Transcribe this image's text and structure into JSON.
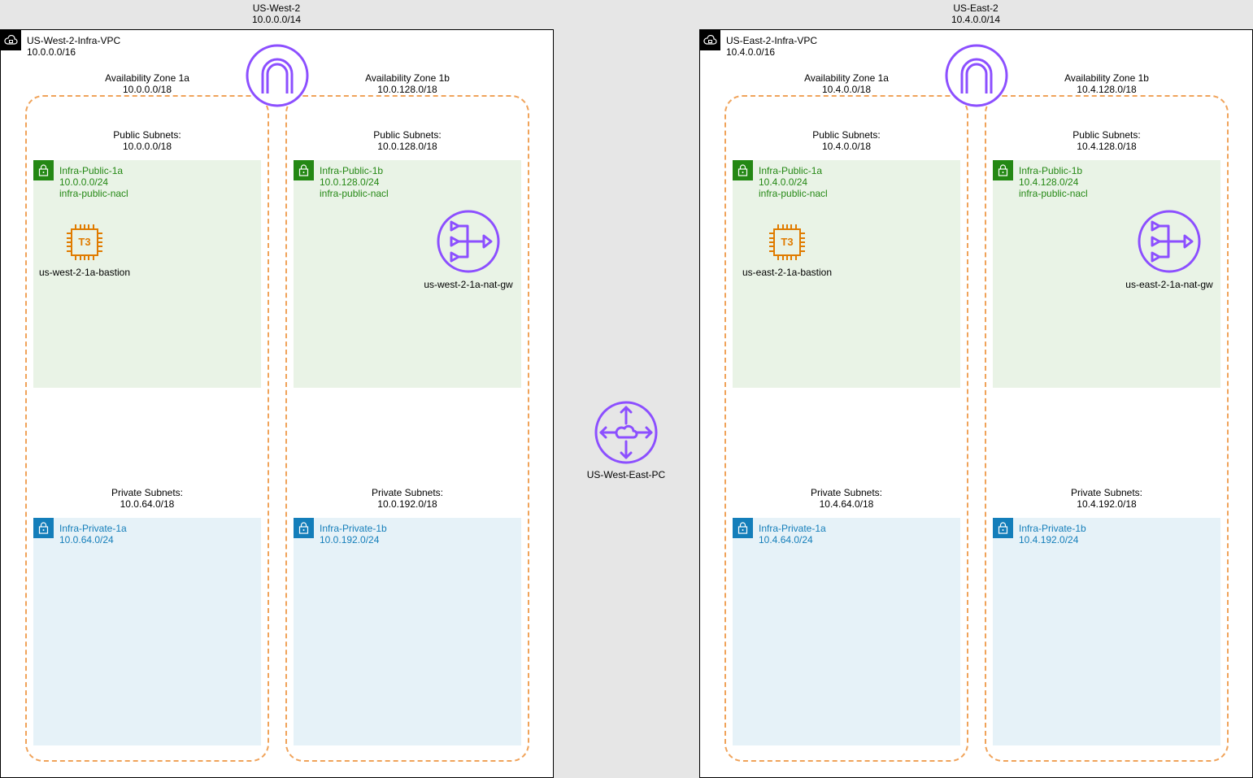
{
  "regions": [
    {
      "name": "US-West-2",
      "cidr": "10.0.0.0/14",
      "vpc": {
        "name": "US-West-2-Infra-VPC",
        "cidr": "10.0.0.0/16",
        "azs": [
          {
            "name": "Availability Zone 1a",
            "cidr": "10.0.0.0/18",
            "public_title": "Public Subnets:",
            "public_cidr": "10.0.0.0/18",
            "public_subnet": {
              "name": "Infra-Public-1a",
              "cidr": "10.0.0.0/24",
              "nacl": "infra-public-nacl"
            },
            "private_title": "Private Subnets:",
            "private_cidr": "10.0.64.0/18",
            "private_subnet": {
              "name": "Infra-Private-1a",
              "cidr": "10.0.64.0/24"
            }
          },
          {
            "name": "Availability Zone 1b",
            "cidr": "10.0.128.0/18",
            "public_title": "Public Subnets:",
            "public_cidr": "10.0.128.0/18",
            "public_subnet": {
              "name": "Infra-Public-1b",
              "cidr": "10.0.128.0/24",
              "nacl": "infra-public-nacl"
            },
            "private_title": "Private Subnets:",
            "private_cidr": "10.0.192.0/18",
            "private_subnet": {
              "name": "Infra-Private-1b",
              "cidr": "10.0.192.0/24"
            }
          }
        ],
        "bastion": {
          "label": "us-west-2-1a-bastion",
          "chip_text": "T3"
        },
        "nat_gw": {
          "label": "us-west-2-1a-nat-gw"
        }
      }
    },
    {
      "name": "US-East-2",
      "cidr": "10.4.0.0/14",
      "vpc": {
        "name": "US-East-2-Infra-VPC",
        "cidr": "10.4.0.0/16",
        "azs": [
          {
            "name": "Availability Zone 1a",
            "cidr": "10.4.0.0/18",
            "public_title": "Public Subnets:",
            "public_cidr": "10.4.0.0/18",
            "public_subnet": {
              "name": "Infra-Public-1a",
              "cidr": "10.4.0.0/24",
              "nacl": "infra-public-nacl"
            },
            "private_title": "Private Subnets:",
            "private_cidr": "10.4.64.0/18",
            "private_subnet": {
              "name": "Infra-Private-1a",
              "cidr": "10.4.64.0/24"
            }
          },
          {
            "name": "Availability Zone 1b",
            "cidr": "10.4.128.0/18",
            "public_title": "Public Subnets:",
            "public_cidr": "10.4.128.0/18",
            "public_subnet": {
              "name": "Infra-Public-1b",
              "cidr": "10.4.128.0/24",
              "nacl": "infra-public-nacl"
            },
            "private_title": "Private Subnets:",
            "private_cidr": "10.4.192.0/18",
            "private_subnet": {
              "name": "Infra-Private-1b",
              "cidr": "10.4.192.0/24"
            }
          }
        ],
        "bastion": {
          "label": "us-east-2-1a-bastion",
          "chip_text": "T3"
        },
        "nat_gw": {
          "label": "us-east-2-1a-nat-gw"
        }
      }
    }
  ],
  "peering": {
    "label": "US-West-East-PC"
  },
  "icons": {
    "vpc": "vpc-cloud-icon",
    "internet_gateway": "internet-gateway-icon",
    "subnet_lock": "padlock-icon",
    "instance": "ec2-t3-instance-icon",
    "nat_gateway": "nat-gateway-icon",
    "peering": "peering-connection-icon"
  },
  "colors": {
    "background": "#e6e6e6",
    "public_subnet": "#e9f3e6",
    "public_text": "#248814",
    "private_subnet": "#e6f2f8",
    "private_text": "#147eba",
    "az_border": "#f0a35a",
    "gateway_purple": "#8c4fff",
    "instance_orange": "#e07b00"
  }
}
